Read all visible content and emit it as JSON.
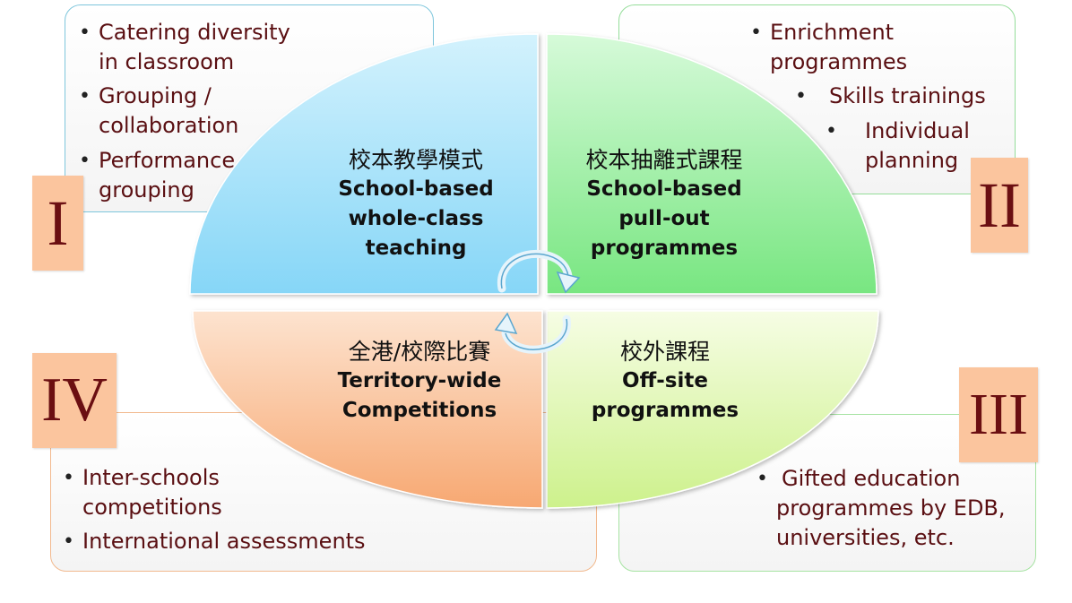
{
  "quadrants": {
    "q1": {
      "numeral": "I",
      "zh": "校本教學模式",
      "en": [
        "School-based",
        "whole-class",
        "teaching"
      ],
      "bullets": [
        [
          "Catering diversity",
          "in classroom"
        ],
        [
          "Grouping /",
          "collaboration"
        ],
        [
          "Performance",
          "grouping"
        ]
      ]
    },
    "q2": {
      "numeral": "II",
      "zh": "校本抽離式課程",
      "en": [
        "School-based",
        "pull-out",
        "programmes"
      ],
      "bullets": [
        [
          "Enrichment",
          "programmes"
        ],
        [
          "Skills trainings"
        ],
        [
          "Individual",
          "planning"
        ]
      ]
    },
    "q3": {
      "numeral": "III",
      "zh": "校外課程",
      "en": [
        "Off-site",
        "programmes"
      ],
      "bullets": [
        [
          "Gifted education",
          "programmes by EDB,",
          "universities, etc."
        ]
      ]
    },
    "q4": {
      "numeral": "IV",
      "zh": "全港/校際比賽",
      "en": [
        "Territory-wide",
        "Competitions"
      ],
      "bullets": [
        [
          "Inter-schools",
          "competitions"
        ],
        [
          "International  assessments"
        ]
      ]
    }
  },
  "colors": {
    "q1_fill": "#a9e4fa",
    "q2_fill": "#9df0a6",
    "q3_fill": "#e2f9b6",
    "q4_fill": "#fbc59e",
    "box1_border": "#7ec6dc",
    "box2_border": "#95dd9a",
    "box3_border": "#a6e3a2",
    "box4_border": "#f2b98e",
    "numeral_bg": "#fbc59e",
    "numeral_text": "#6b0f12",
    "bullet_text": "#5a0f12"
  },
  "icons": [
    "cycle-arrow-top-icon",
    "cycle-arrow-bottom-icon"
  ]
}
